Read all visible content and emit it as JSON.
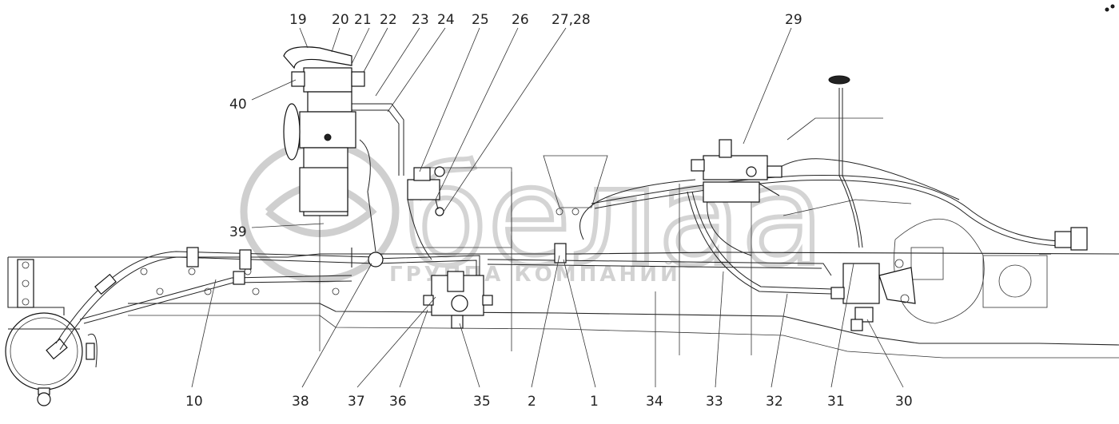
{
  "callouts": {
    "top": [
      {
        "id": "19",
        "text": "19"
      },
      {
        "id": "20",
        "text": "20"
      },
      {
        "id": "21",
        "text": "21"
      },
      {
        "id": "22",
        "text": "22"
      },
      {
        "id": "23",
        "text": "23"
      },
      {
        "id": "24",
        "text": "24"
      },
      {
        "id": "25",
        "text": "25"
      },
      {
        "id": "26",
        "text": "26"
      },
      {
        "id": "27-28",
        "text": "27,28"
      },
      {
        "id": "29",
        "text": "29"
      }
    ],
    "left": [
      {
        "id": "40",
        "text": "40"
      },
      {
        "id": "39",
        "text": "39"
      }
    ],
    "bottom": [
      {
        "id": "10",
        "text": "10"
      },
      {
        "id": "38",
        "text": "38"
      },
      {
        "id": "37",
        "text": "37"
      },
      {
        "id": "36",
        "text": "36"
      },
      {
        "id": "35",
        "text": "35"
      },
      {
        "id": "2",
        "text": "2"
      },
      {
        "id": "1",
        "text": "1"
      },
      {
        "id": "34",
        "text": "34"
      },
      {
        "id": "33",
        "text": "33"
      },
      {
        "id": "32",
        "text": "32"
      },
      {
        "id": "31",
        "text": "31"
      },
      {
        "id": "30",
        "text": "30"
      }
    ]
  },
  "watermark": {
    "logo": "белаа",
    "subtitle": "ГРУППА КОМПАНИЙ"
  }
}
